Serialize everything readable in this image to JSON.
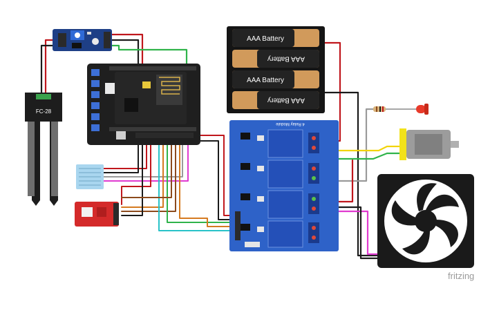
{
  "diagram": {
    "watermark": "fritzing",
    "colors": {
      "red": "#c0161c",
      "black": "#1a1a1a",
      "green": "#2fb34a",
      "yellow": "#f2d40c",
      "gray": "#9a9a9a",
      "magenta": "#e03ad0",
      "orange": "#d57a1f",
      "cyan": "#28c2c8",
      "brown": "#8c4a1c",
      "pcb_blue": "#1e4f9c",
      "pcb_black": "#1f1f1f",
      "relay_blue": "#2a58c9"
    }
  },
  "components": {
    "sensor_module": {
      "label": "FC-28"
    },
    "battery_pack": {
      "cells": [
        {
          "label": "AAA Battery"
        },
        {
          "label": "AAA Battery"
        },
        {
          "label": "AAA Battery"
        },
        {
          "label": "AAA Battery"
        }
      ]
    },
    "relay_module": {
      "label": "4 Relay Module"
    }
  }
}
